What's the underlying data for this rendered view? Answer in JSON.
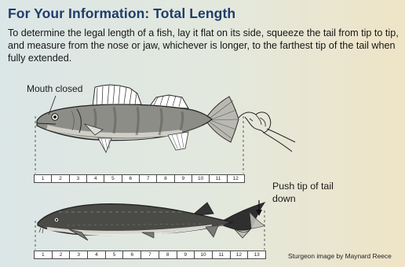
{
  "title": "For Your Information: Total Length",
  "description": "To determine the legal length of a fish, lay it flat on its side, squeeze the tail from tip to tip, and measure from the nose or jaw, whichever is longer, to the farthest tip of the tail when fully extended.",
  "labels": {
    "mouth_closed": "Mouth closed",
    "push_tip": "Push tip of tail down"
  },
  "rulers": {
    "walleye": [
      "1",
      "2",
      "3",
      "4",
      "5",
      "6",
      "7",
      "8",
      "9",
      "10",
      "11",
      "12"
    ],
    "sturgeon": [
      "1",
      "2",
      "3",
      "4",
      "5",
      "6",
      "7",
      "8",
      "9",
      "10",
      "11",
      "12",
      "13"
    ]
  },
  "credit": "Sturgeon image by Maynard Reece",
  "colors": {
    "title": "#203c6a",
    "background_left": "#dbe6e6",
    "background_right": "#efe4c6"
  },
  "illustrations": [
    "walleye-illustration",
    "hand-pinching-tail-icon",
    "sturgeon-illustration",
    "down-arrow-icon"
  ]
}
